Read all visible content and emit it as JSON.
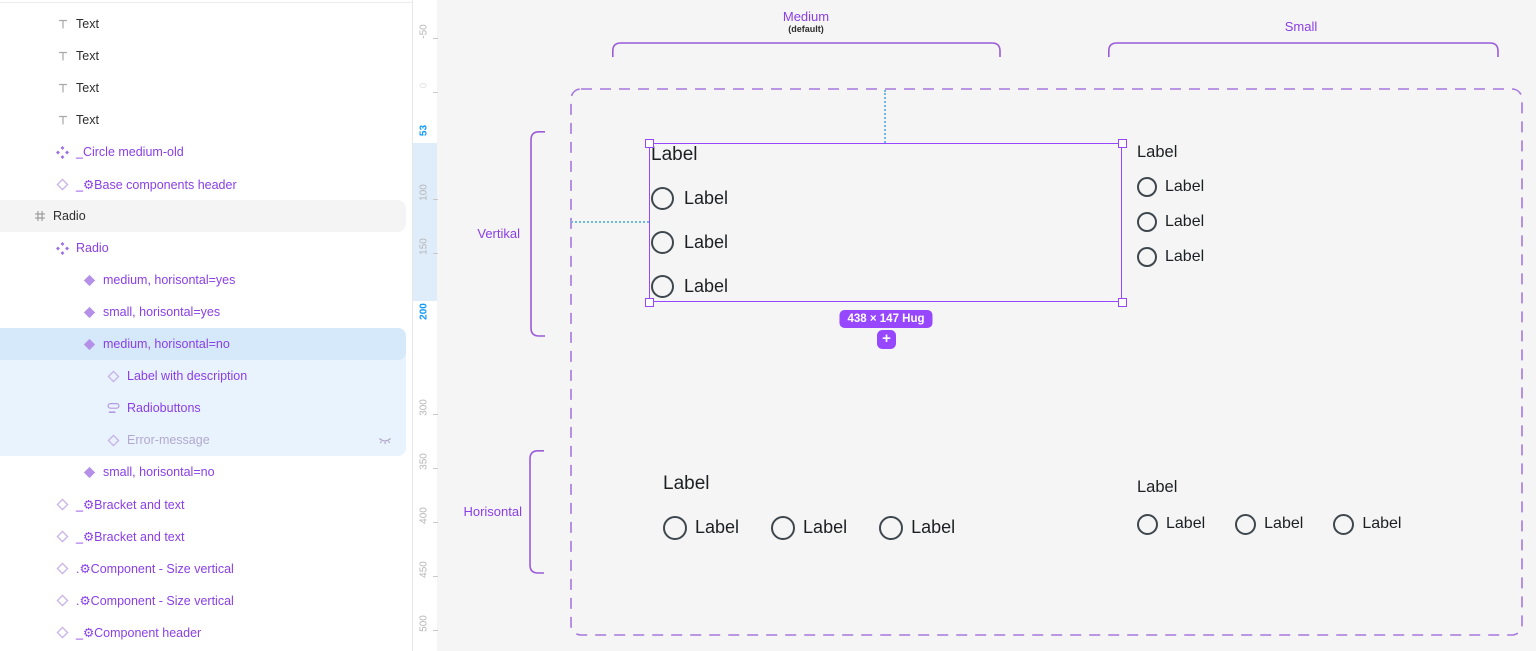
{
  "sidebar": {
    "items": [
      {
        "icon": "text",
        "label": "Text",
        "indent": 1,
        "style": "default"
      },
      {
        "icon": "text",
        "label": "Text",
        "indent": 1,
        "style": "default"
      },
      {
        "icon": "text",
        "label": "Text",
        "indent": 1,
        "style": "default"
      },
      {
        "icon": "text",
        "label": "Text",
        "indent": 1,
        "style": "default"
      },
      {
        "icon": "component",
        "label": "_Circle medium-old",
        "indent": 1,
        "style": "purple"
      },
      {
        "icon": "diamond",
        "label": "_⚙Base components header",
        "indent": 1,
        "style": "purple"
      },
      {
        "icon": "frame",
        "label": "Radio",
        "indent": 0,
        "style": "default",
        "bg": "section"
      },
      {
        "icon": "component",
        "label": "Radio",
        "indent": 1,
        "style": "purple"
      },
      {
        "icon": "variant",
        "label": "medium, horisontal=yes",
        "indent": 2,
        "style": "purple"
      },
      {
        "icon": "variant",
        "label": "small, horisontal=yes",
        "indent": 2,
        "style": "purple"
      },
      {
        "icon": "variant",
        "label": "medium, horisontal=no",
        "indent": 2,
        "style": "purple",
        "bg": "selected"
      },
      {
        "icon": "diamond",
        "label": "Label with description",
        "indent": 3,
        "style": "purple",
        "bg": "child"
      },
      {
        "icon": "radiogroup",
        "label": "Radiobuttons",
        "indent": 3,
        "style": "purple",
        "bg": "child"
      },
      {
        "icon": "diamond",
        "label": "Error-message",
        "indent": 3,
        "style": "muted",
        "bg": "child",
        "trailing": "eye-closed"
      },
      {
        "icon": "variant",
        "label": "small, horisontal=no",
        "indent": 2,
        "style": "purple"
      },
      {
        "icon": "diamond",
        "label": "_⚙Bracket and text",
        "indent": 1,
        "style": "purple"
      },
      {
        "icon": "diamond",
        "label": "_⚙Bracket and text",
        "indent": 1,
        "style": "purple"
      },
      {
        "icon": "diamond",
        "label": ".⚙Component - Size vertical",
        "indent": 1,
        "style": "purple"
      },
      {
        "icon": "diamond",
        "label": ".⚙Component - Size vertical",
        "indent": 1,
        "style": "purple"
      },
      {
        "icon": "diamond",
        "label": "_⚙Component header",
        "indent": 1,
        "style": "purple"
      }
    ]
  },
  "ruler": {
    "ticks": [
      {
        "label": "-50",
        "pos": 32
      },
      {
        "label": "0",
        "pos": 86,
        "faint": true
      },
      {
        "label": "53",
        "pos": 131,
        "active": true
      },
      {
        "label": "100",
        "pos": 193
      },
      {
        "label": "150",
        "pos": 247
      },
      {
        "label": "200",
        "pos": 312,
        "active": true
      },
      {
        "label": "300",
        "pos": 408
      },
      {
        "label": "350",
        "pos": 462
      },
      {
        "label": "400",
        "pos": 516
      },
      {
        "label": "450",
        "pos": 570
      },
      {
        "label": "500",
        "pos": 624
      }
    ]
  },
  "canvas": {
    "size_labels": {
      "medium": "Medium",
      "medium_sub": "(default)",
      "small": "Small"
    },
    "orientation_labels": {
      "vertical": "Vertikal",
      "horizontal": "Horisontal"
    },
    "selection": {
      "badge": "438 × 147 Hug",
      "add_button": "+"
    },
    "groups": [
      {
        "id": "vertical-medium",
        "heading": "Label",
        "options": [
          "Label",
          "Label",
          "Label"
        ]
      },
      {
        "id": "vertical-small",
        "heading": "Label",
        "options": [
          "Label",
          "Label",
          "Label"
        ]
      },
      {
        "id": "horizontal-medium",
        "heading": "Label",
        "options": [
          "Label",
          "Label",
          "Label"
        ]
      },
      {
        "id": "horizontal-small",
        "heading": "Label",
        "options": [
          "Label",
          "Label",
          "Label"
        ]
      }
    ],
    "colors": {
      "accent": "#9747ff",
      "frame_dash": "#a678dd",
      "guide_blue": "#6cb8e8",
      "ruler_active": "#0d99ff"
    }
  }
}
